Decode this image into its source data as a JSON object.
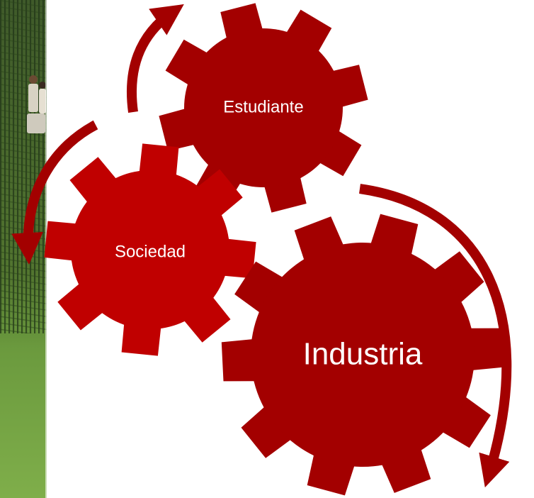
{
  "diagram": {
    "gears": [
      {
        "id": "estudiante",
        "label": "Estudiante",
        "color": "#a30000"
      },
      {
        "id": "sociedad",
        "label": "Sociedad",
        "color": "#c00000"
      },
      {
        "id": "industria",
        "label": "Industria",
        "color": "#a30000"
      }
    ],
    "arrow_color": "#a30000",
    "background_photo": "green grass field with tree shadows (left edge)"
  }
}
